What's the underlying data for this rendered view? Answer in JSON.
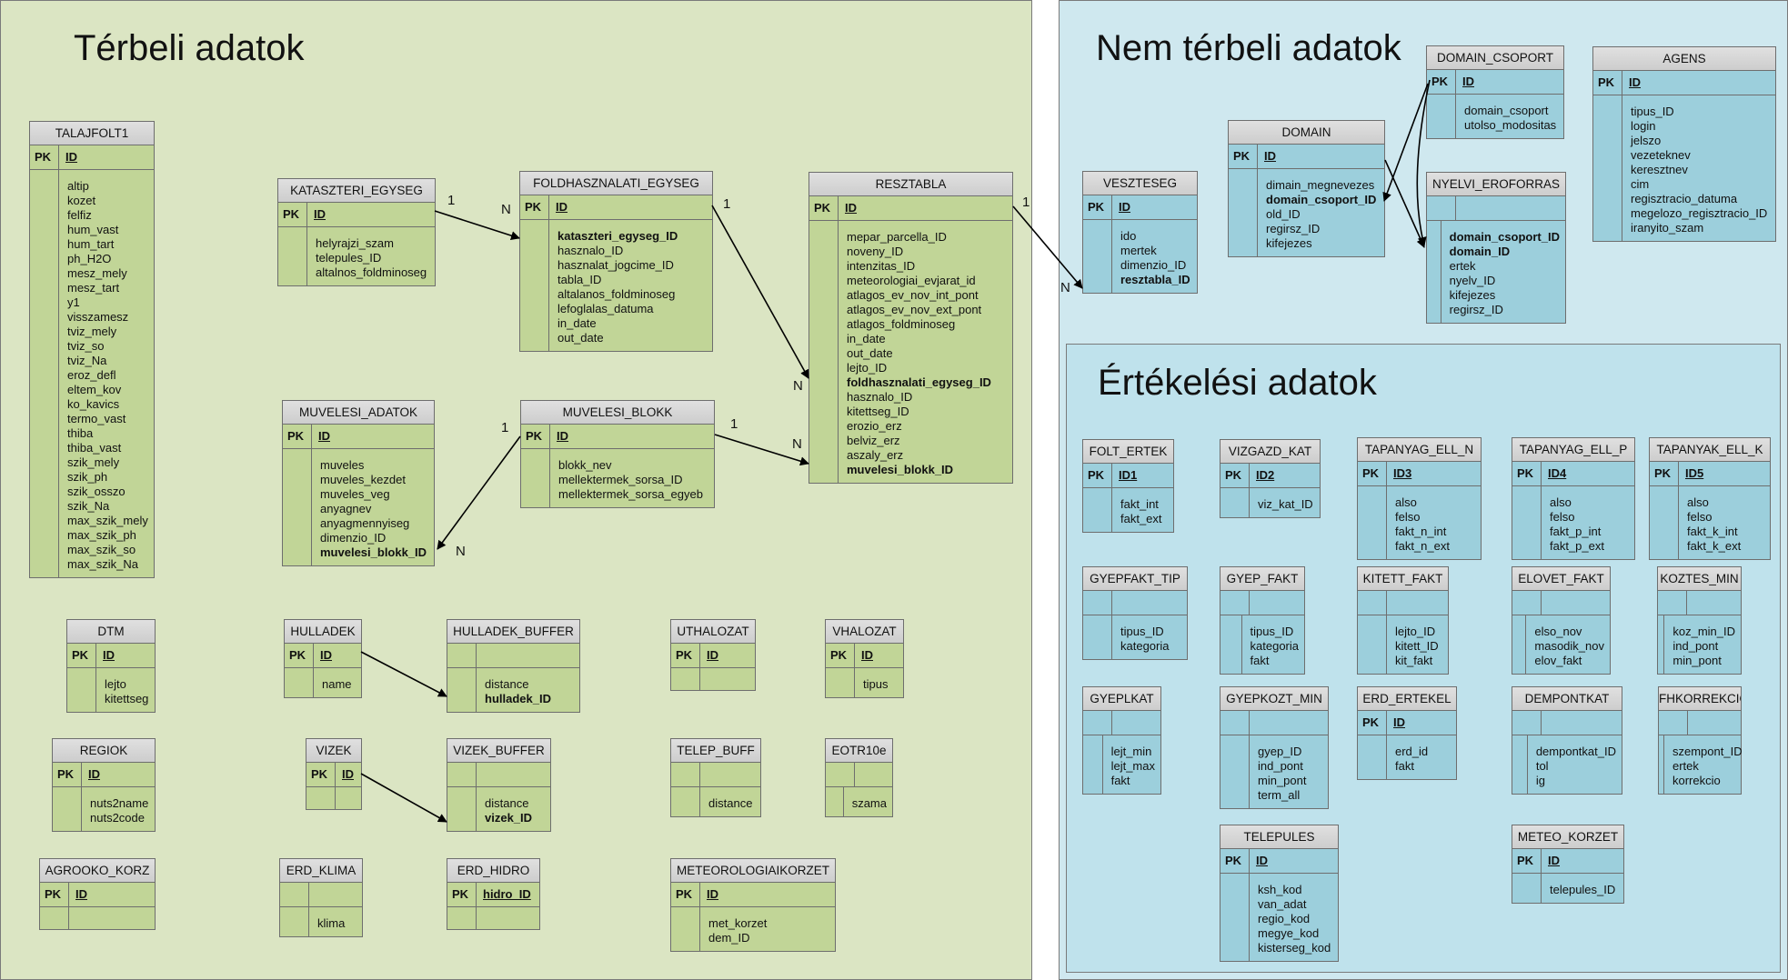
{
  "panels": {
    "spatial": {
      "title": "Térbeli adatok",
      "color": "#dbe5c3"
    },
    "nonspatial": {
      "title": "Nem térbeli adatok",
      "color": "#cfe8ef"
    },
    "evaluation": {
      "title": "Értékelési adatok",
      "color": "#bfe2ec"
    }
  },
  "tables": [
    {
      "name": "TALAJFOLT1",
      "pk": "ID",
      "fields": [
        "altip",
        "kozet",
        "felfiz",
        "hum_vast",
        "hum_tart",
        "ph_H2O",
        "mesz_mely",
        "mesz_tart",
        "y1",
        "visszamesz",
        "tviz_mely",
        "tviz_so",
        "tviz_Na",
        "eroz_defl",
        "eltem_kov",
        "ko_kavics",
        "termo_vast",
        "thiba",
        "thiba_vast",
        "szik_mely",
        "szik_ph",
        "szik_osszo",
        "szik_Na",
        "max_szik_mely",
        "max_szik_ph",
        "max_szik_so",
        "max_szik_Na"
      ],
      "bold": []
    },
    {
      "name": "KATASZTERI_EGYSEG",
      "pk": "ID",
      "fields": [
        "helyrajzi_szam",
        "telepules_ID",
        "altalnos_foldminoseg"
      ],
      "bold": []
    },
    {
      "name": "FOLDHASZNALATI_EGYSEG",
      "pk": "ID",
      "fields": [
        "kataszteri_egyseg_ID",
        "hasznalo_ID",
        "hasznalat_jogcime_ID",
        "tabla_ID",
        "altalanos_foldminoseg",
        "lefoglalas_datuma",
        "in_date",
        "out_date"
      ],
      "bold": [
        0
      ]
    },
    {
      "name": "RESZTABLA",
      "pk": "ID",
      "fields": [
        "mepar_parcella_ID",
        "noveny_ID",
        "intenzitas_ID",
        "meteorologiai_evjarat_id",
        "atlagos_ev_nov_int_pont",
        "atlagos_ev_nov_ext_pont",
        "atlagos_foldminoseg",
        "in_date",
        "out_date",
        "lejto_ID",
        "foldhasznalati_egyseg_ID",
        "hasznalo_ID",
        "kitettseg_ID",
        "erozio_erz",
        "belviz_erz",
        "aszaly_erz",
        "muvelesi_blokk_ID"
      ],
      "bold": [
        10,
        16
      ]
    },
    {
      "name": "MUVELESI_ADATOK",
      "pk": "ID",
      "fields": [
        "muveles",
        "muveles_kezdet",
        "muveles_veg",
        "anyagnev",
        "anyagmennyiseg",
        "dimenzio_ID",
        "muvelesi_blokk_ID"
      ],
      "bold": [
        6
      ]
    },
    {
      "name": "MUVELESI_BLOKK",
      "pk": "ID",
      "fields": [
        "blokk_nev",
        "mellektermek_sorsa_ID",
        "mellektermek_sorsa_egyeb"
      ],
      "bold": []
    },
    {
      "name": "DTM",
      "pk": "ID",
      "fields": [
        "lejto",
        "kitettseg"
      ],
      "bold": []
    },
    {
      "name": "HULLADEK",
      "pk": "ID",
      "fields": [
        "name"
      ],
      "bold": []
    },
    {
      "name": "HULLADEK_BUFFER",
      "pk": "",
      "fields": [
        "distance",
        "hulladek_ID"
      ],
      "bold": [
        1
      ]
    },
    {
      "name": "UTHALOZAT",
      "pk": "ID",
      "fields": [],
      "bold": []
    },
    {
      "name": "VHALOZAT",
      "pk": "ID",
      "fields": [
        "tipus"
      ],
      "bold": []
    },
    {
      "name": "REGIOK",
      "pk": "ID",
      "fields": [
        "nuts2name",
        "nuts2code"
      ],
      "bold": []
    },
    {
      "name": "VIZEK",
      "pk": "ID",
      "fields": [],
      "bold": []
    },
    {
      "name": "VIZEK_BUFFER",
      "pk": "",
      "fields": [
        "distance",
        "vizek_ID"
      ],
      "bold": [
        1
      ]
    },
    {
      "name": "TELEP_BUFF",
      "pk": "",
      "fields": [
        "distance"
      ],
      "bold": []
    },
    {
      "name": "EOTR10e",
      "pk": "",
      "fields": [
        "szama"
      ],
      "bold": []
    },
    {
      "name": "AGROOKO_KORZ",
      "pk": "ID",
      "fields": [],
      "bold": []
    },
    {
      "name": "ERD_KLIMA",
      "pk": "",
      "fields": [
        "klima"
      ],
      "bold": []
    },
    {
      "name": "ERD_HIDRO",
      "pk": "hidro_ID",
      "fields": [],
      "bold": []
    },
    {
      "name": "METEOROLOGIAIKORZET",
      "pk": "ID",
      "fields": [
        "met_korzet",
        "dem_ID"
      ],
      "bold": []
    },
    {
      "name": "VESZTESEG",
      "pk": "ID",
      "fields": [
        "ido",
        "mertek",
        "dimenzio_ID",
        "resztabla_ID"
      ],
      "bold": [
        3
      ]
    },
    {
      "name": "DOMAIN",
      "pk": "ID",
      "fields": [
        "dimain_megnevezes",
        "domain_csoport_ID",
        "old_ID",
        "regirsz_ID",
        "kifejezes"
      ],
      "bold": [
        1
      ]
    },
    {
      "name": "DOMAIN_CSOPORT",
      "pk": "ID",
      "fields": [
        "domain_csoport",
        "utolso_modositas"
      ],
      "bold": []
    },
    {
      "name": "NYELVI_EROFORRAS",
      "pk": "",
      "fields": [
        "domain_csoport_ID",
        "domain_ID",
        "ertek",
        "nyelv_ID",
        "kifejezes",
        "regirsz_ID"
      ],
      "bold": [
        0,
        1
      ]
    },
    {
      "name": "AGENS",
      "pk": "ID",
      "fields": [
        "tipus_ID",
        "login",
        "jelszo",
        "vezeteknev",
        "keresztnev",
        "cim",
        "regisztracio_datuma",
        "megelozo_regisztracio_ID",
        "iranyito_szam"
      ],
      "bold": []
    },
    {
      "name": "FOLT_ERTEK",
      "pk": "ID1",
      "fields": [
        "fakt_int",
        "fakt_ext"
      ],
      "bold": []
    },
    {
      "name": "VIZGAZD_KAT",
      "pk": "ID2",
      "fields": [
        "viz_kat_ID"
      ],
      "bold": []
    },
    {
      "name": "TAPANYAG_ELL_N",
      "pk": "ID3",
      "fields": [
        "also",
        "felso",
        "fakt_n_int",
        "fakt_n_ext"
      ],
      "bold": []
    },
    {
      "name": "TAPANYAG_ELL_P",
      "pk": "ID4",
      "fields": [
        "also",
        "felso",
        "fakt_p_int",
        "fakt_p_ext"
      ],
      "bold": []
    },
    {
      "name": "TAPANYAK_ELL_K",
      "pk": "ID5",
      "fields": [
        "also",
        "felso",
        "fakt_k_int",
        "fakt_k_ext"
      ],
      "bold": []
    },
    {
      "name": "GYEPFAKT_TIP",
      "pk": "",
      "fields": [
        "tipus_ID",
        "kategoria"
      ],
      "bold": []
    },
    {
      "name": "GYEP_FAKT",
      "pk": "",
      "fields": [
        "tipus_ID",
        "kategoria",
        "fakt"
      ],
      "bold": []
    },
    {
      "name": "KITETT_FAKT",
      "pk": "",
      "fields": [
        "lejto_ID",
        "kitett_ID",
        "kit_fakt"
      ],
      "bold": []
    },
    {
      "name": "ELOVET_FAKT",
      "pk": "",
      "fields": [
        "elso_nov",
        "masodik_nov",
        "elov_fakt"
      ],
      "bold": []
    },
    {
      "name": "KOZTES_MIN",
      "pk": "",
      "fields": [
        "koz_min_ID",
        "ind_pont",
        "min_pont"
      ],
      "bold": []
    },
    {
      "name": "GYEPLKAT",
      "pk": "",
      "fields": [
        "lejt_min",
        "lejt_max",
        "fakt"
      ],
      "bold": []
    },
    {
      "name": "GYEPKOZT_MIN",
      "pk": "",
      "fields": [
        "gyep_ID",
        "ind_pont",
        "min_pont",
        "term_all"
      ],
      "bold": []
    },
    {
      "name": "ERD_ERTEKEL",
      "pk": "ID",
      "fields": [
        "erd_id",
        "fakt"
      ],
      "bold": []
    },
    {
      "name": "DEMPONTKAT",
      "pk": "",
      "fields": [
        "dempontkat_ID",
        "tol",
        "ig"
      ],
      "bold": []
    },
    {
      "name": "FHKORREKCIO",
      "pk": "",
      "fields": [
        "szempont_ID",
        "ertek",
        "korrekcio"
      ],
      "bold": []
    },
    {
      "name": "TELEPULES",
      "pk": "ID",
      "fields": [
        "ksh_kod",
        "van_adat",
        "regio_kod",
        "megye_kod",
        "kisterseg_kod"
      ],
      "bold": []
    },
    {
      "name": "METEO_KORZET",
      "pk": "ID",
      "fields": [
        "telepules_ID"
      ],
      "bold": []
    }
  ],
  "pk_label": "PK",
  "relation_labels": [
    "1",
    "N",
    "1",
    "N",
    "1",
    "N",
    "1",
    "N",
    "1",
    "N"
  ]
}
